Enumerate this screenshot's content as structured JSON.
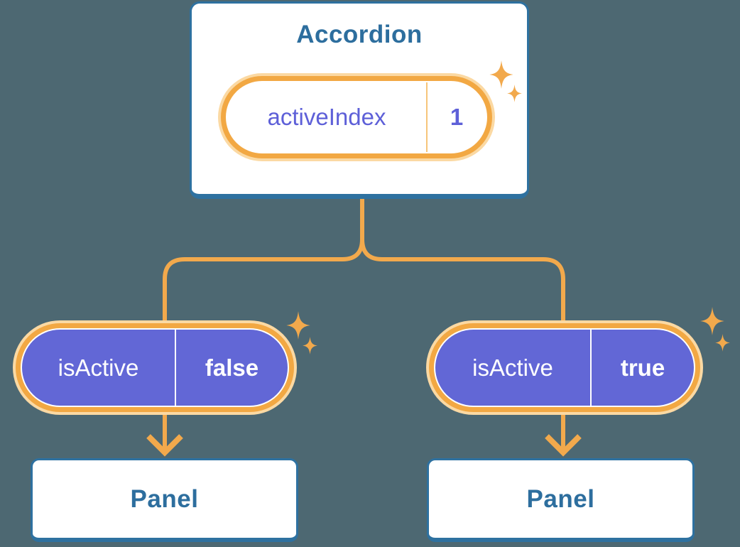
{
  "diagram": {
    "root": {
      "title": "Accordion",
      "state": {
        "label": "activeIndex",
        "value": "1"
      }
    },
    "children": [
      {
        "prop": {
          "label": "isActive",
          "value": "false"
        },
        "panel": {
          "title": "Panel"
        }
      },
      {
        "prop": {
          "label": "isActive",
          "value": "true"
        },
        "panel": {
          "title": "Panel"
        }
      }
    ]
  },
  "icons": {
    "sparkle": "four-point-sparkle",
    "arrow": "chevron-down-arrow"
  },
  "colors": {
    "background": "#4D6872",
    "card_bg": "#FFFFFF",
    "card_border": "#2E71A0",
    "heading_text": "#2D6E9E",
    "purple": "#6267D6",
    "purple_text": "#5E60D8",
    "ring": "#F2A843",
    "halo": "#FBD9A3",
    "line": "#F2A94C",
    "divider_light": "#F6C57A",
    "white_text": "#FFFFFF"
  }
}
